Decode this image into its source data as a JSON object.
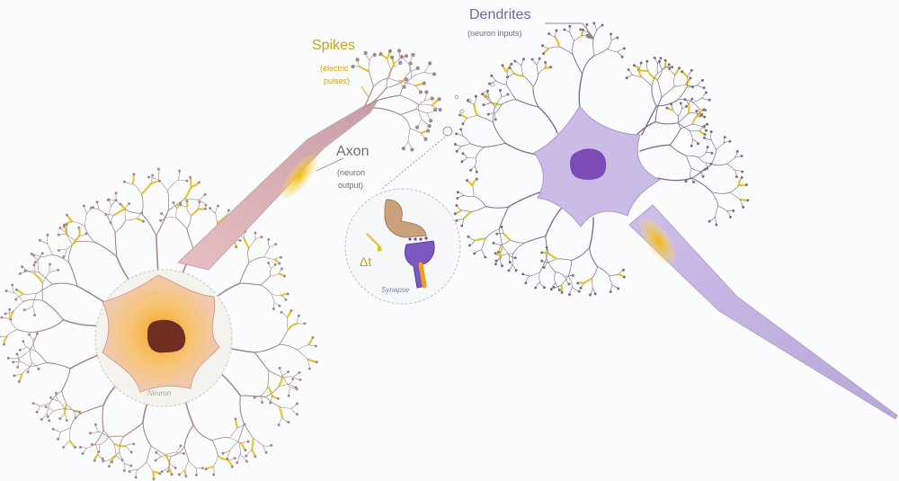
{
  "labels": {
    "spikes": "Spikes",
    "spikes_sub_1": "(electric",
    "spikes_sub_2": "pulses)",
    "axon": "Axon",
    "axon_sub_1": "(neuron",
    "axon_sub_2": "output)",
    "dendrites": "Dendrites",
    "dendrites_sub": "(neuron inputs)",
    "delta_t": "Δt",
    "synapse": "Synapse",
    "neuron": "Neuron"
  },
  "colors": {
    "spikes": "#e8c21a",
    "dendrite_left": "#a38a88",
    "soma_left": "#f2b05a",
    "nucleus_left": "#6e2f22",
    "axon_left": "#e3bcc0",
    "soma_right": "#c7b7e6",
    "nucleus_right": "#7d4bb5",
    "dendrite_right": "#7c6f85"
  }
}
